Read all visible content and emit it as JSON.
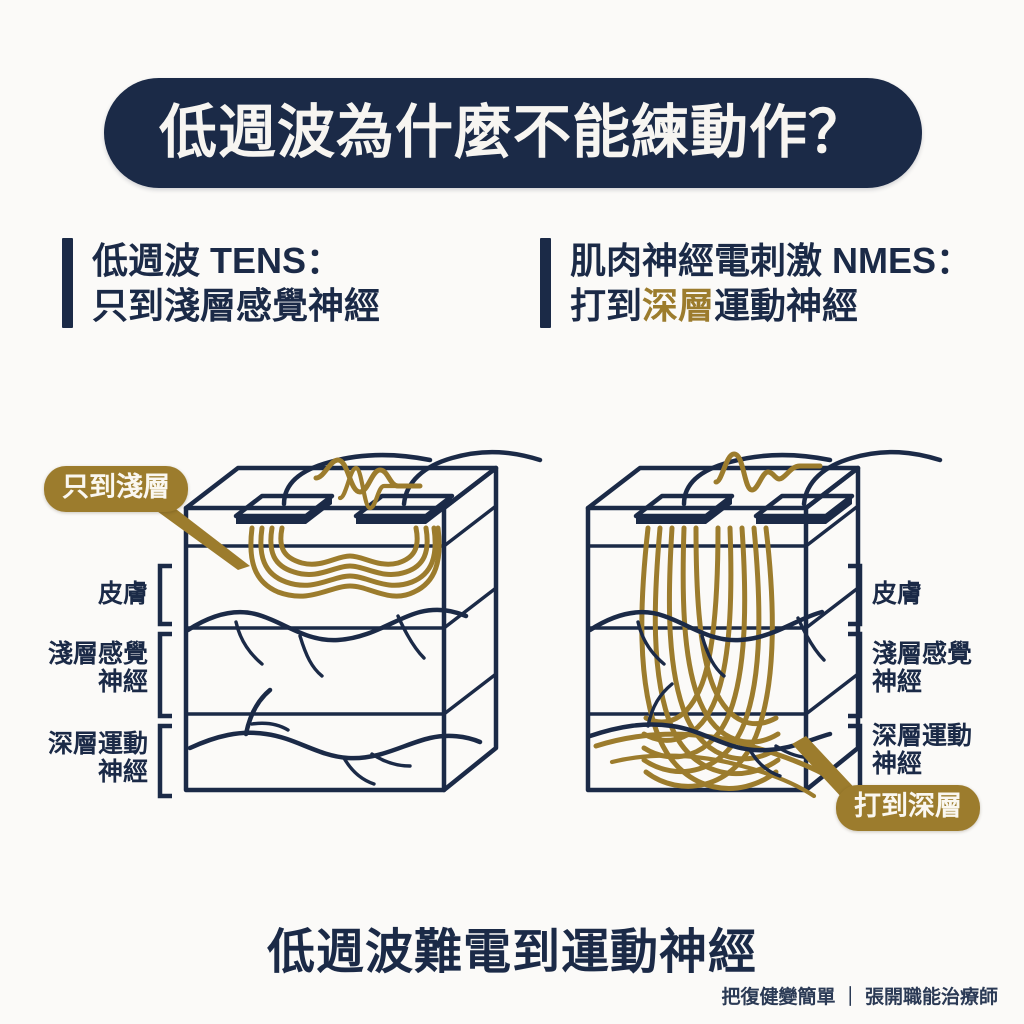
{
  "theme": {
    "navy": "#1b2a47",
    "gold": "#9c7c2d",
    "background": "#fbfaf8",
    "title_text": "#f7f5f1"
  },
  "header": {
    "title": "低週波為什麼不能練動作？"
  },
  "columns": [
    {
      "id": "tens",
      "heading": "低週波 TENS：",
      "subheading_prefix": "只到淺層感覺神經",
      "subheading_highlight": "",
      "subheading_suffix": "",
      "badge": "只到淺層",
      "layers": [
        {
          "name": "皮膚"
        },
        {
          "name": "淺層感覺\n神經"
        },
        {
          "name": "深層運動\n神經"
        }
      ]
    },
    {
      "id": "nmes",
      "heading": "肌肉神經電刺激 NMES：",
      "subheading_prefix": "打到",
      "subheading_highlight": "深層",
      "subheading_suffix": "運動神經",
      "badge": "打到深層",
      "layers": [
        {
          "name": "皮膚"
        },
        {
          "name": "淺層感覺\n神經"
        },
        {
          "name": "深層運動\n神經"
        }
      ]
    }
  ],
  "footer": {
    "caption": "低週波難電到運動神經",
    "credit": "把復健變簡單 ｜ 張開職能治療師"
  },
  "icons": {
    "electrode": "electrode-pad-icon",
    "waveform": "waveform-icon",
    "current_arcs": "current-arc-icon",
    "nerve": "nerve-branch-icon",
    "skin_block": "skin-block-icon"
  }
}
